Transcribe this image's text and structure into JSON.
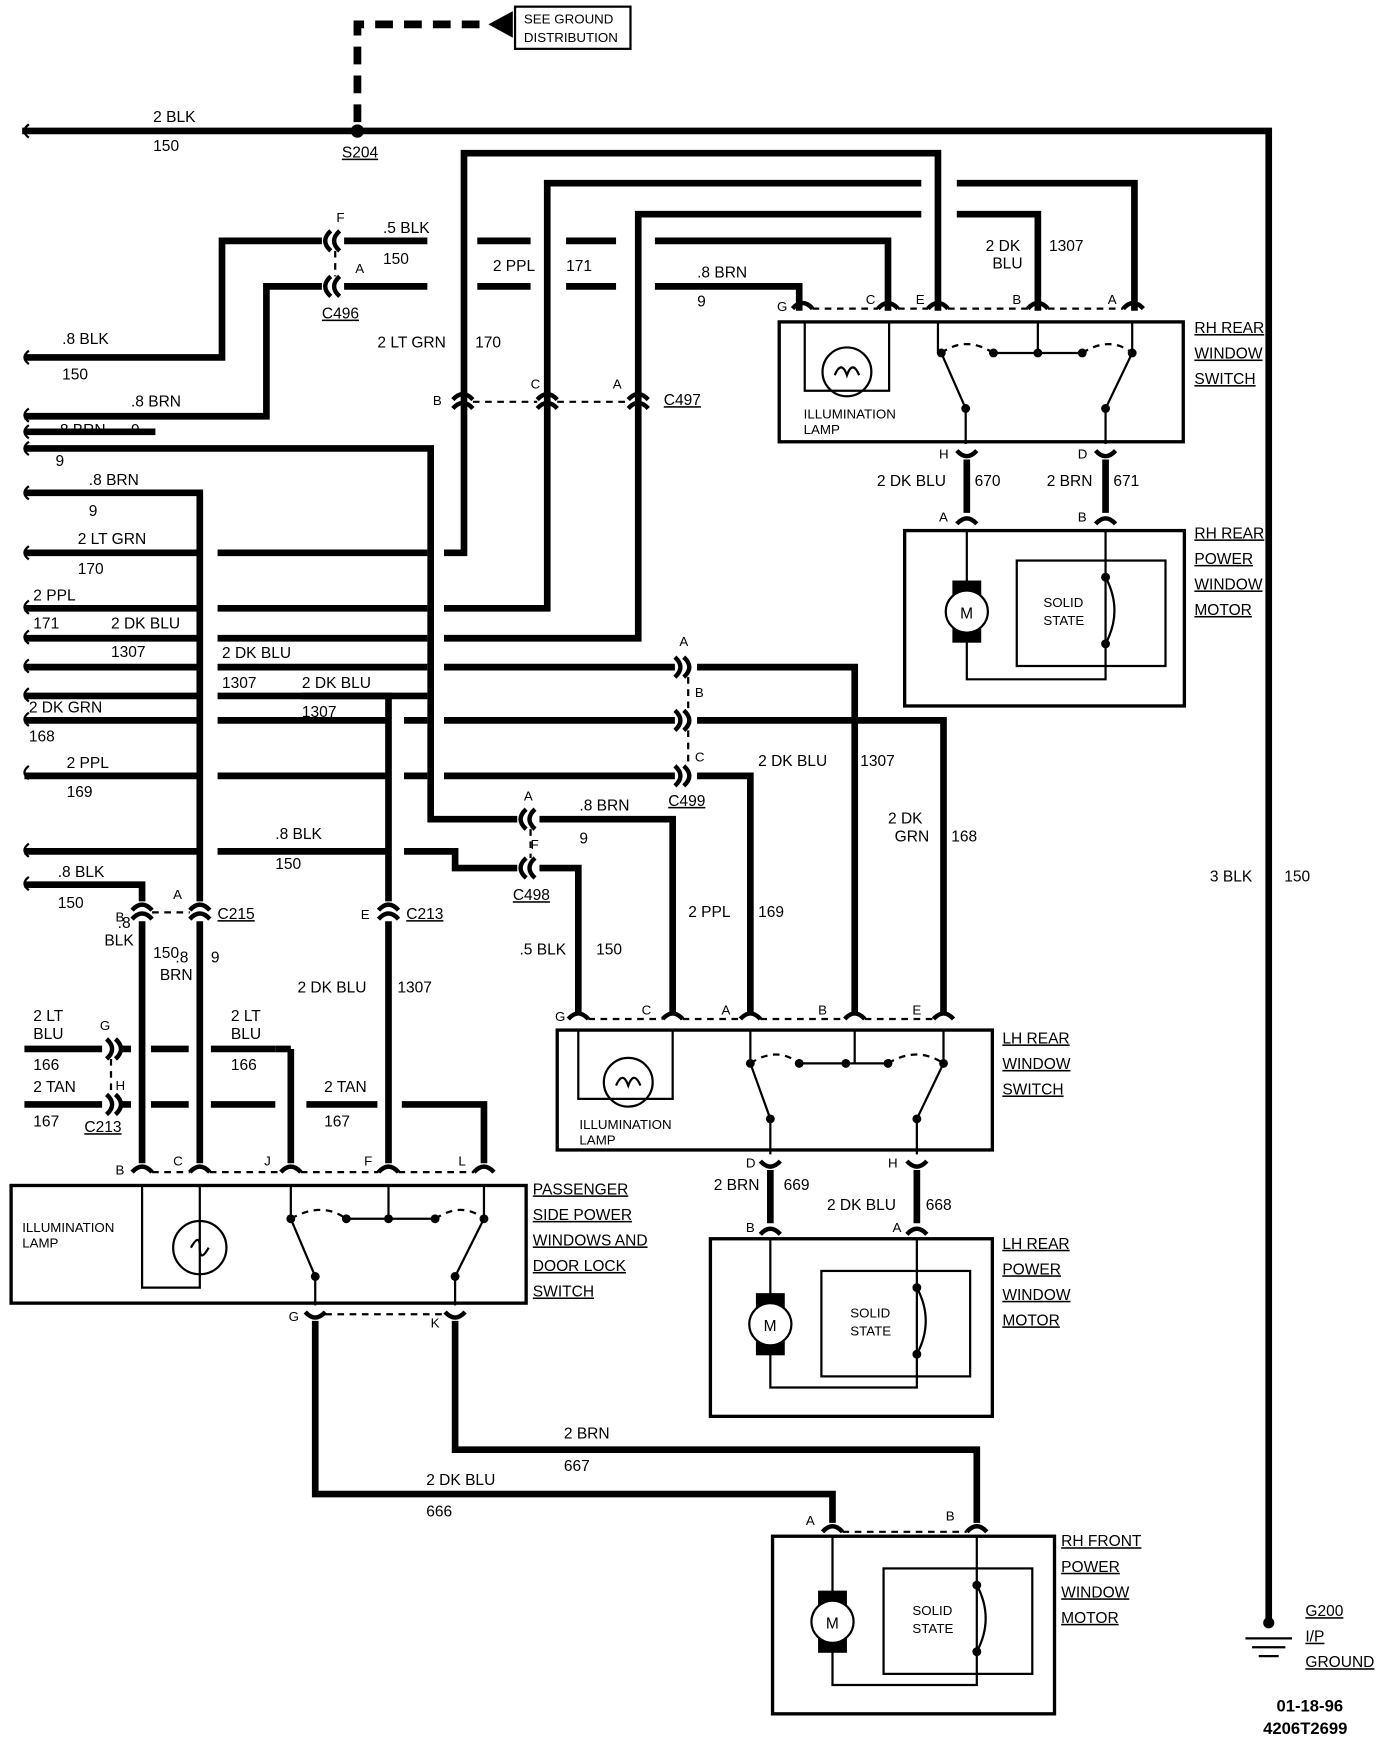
{
  "ground_ref": {
    "line1": "SEE GROUND",
    "line2": "DISTRIBUTION"
  },
  "splice": "S204",
  "connectors": {
    "c496": "C496",
    "c497": "C497",
    "c498": "C498",
    "c499": "C499",
    "c213": "C213",
    "c215": "C215"
  },
  "pins": {
    "a": "A",
    "b": "B",
    "c": "C",
    "d": "D",
    "e": "E",
    "f": "F",
    "g": "G",
    "h": "H",
    "j": "J",
    "k": "K",
    "l": "L"
  },
  "wires": {
    "blk_2": "2 BLK",
    "blk_3": "3 BLK",
    "blk_08": ".8 BLK",
    "blk_05": ".5 BLK",
    "brn_08": ".8 BRN",
    "brn_2": "2 BRN",
    "ppl_2": "2 PPL",
    "ltgrn_2": "2 LT GRN",
    "dkblu_2": "2 DK BLU",
    "dkblu_2a": "2 DK",
    "dkblu_2b": "BLU",
    "dkgrn_2": "2 DK GRN",
    "dkgrn_2a": "2 DK",
    "dkgrn_2b": "GRN",
    "ltblu_2a": "2 LT",
    "ltblu_2b": "BLU",
    "tan_2": "2 TAN",
    "v08": ".8",
    "vblk": "BLK",
    "vbrn": "BRN",
    "c150": "150",
    "c9": "9",
    "c170": "170",
    "c171": "171",
    "c1307": "1307",
    "c168": "168",
    "c169": "169",
    "c166": "166",
    "c167": "167",
    "c670": "670",
    "c671": "671",
    "c669": "669",
    "c668": "668",
    "c666": "666",
    "c667": "667"
  },
  "components": {
    "rh_rear_switch": [
      "RH REAR",
      "WINDOW",
      "SWITCH"
    ],
    "rh_rear_motor": [
      "RH REAR",
      "POWER",
      "WINDOW",
      "MOTOR"
    ],
    "lh_rear_switch": [
      "LH REAR",
      "WINDOW",
      "SWITCH"
    ],
    "lh_rear_motor": [
      "LH REAR",
      "POWER",
      "WINDOW",
      "MOTOR"
    ],
    "passenger_switch": [
      "PASSENGER",
      "SIDE POWER",
      "WINDOWS AND",
      "DOOR LOCK",
      "SWITCH"
    ],
    "rh_front_motor": [
      "RH FRONT",
      "POWER",
      "WINDOW",
      "MOTOR"
    ],
    "illum_lamp": [
      "ILLUMINATION",
      "LAMP"
    ],
    "solid_state": [
      "SOLID",
      "STATE"
    ],
    "motor_symbol": "M"
  },
  "ground": {
    "name": "G200",
    "line2": "I/P",
    "line3": "GROUND"
  },
  "footer": {
    "date": "01-18-96",
    "code": "4206T2699"
  }
}
